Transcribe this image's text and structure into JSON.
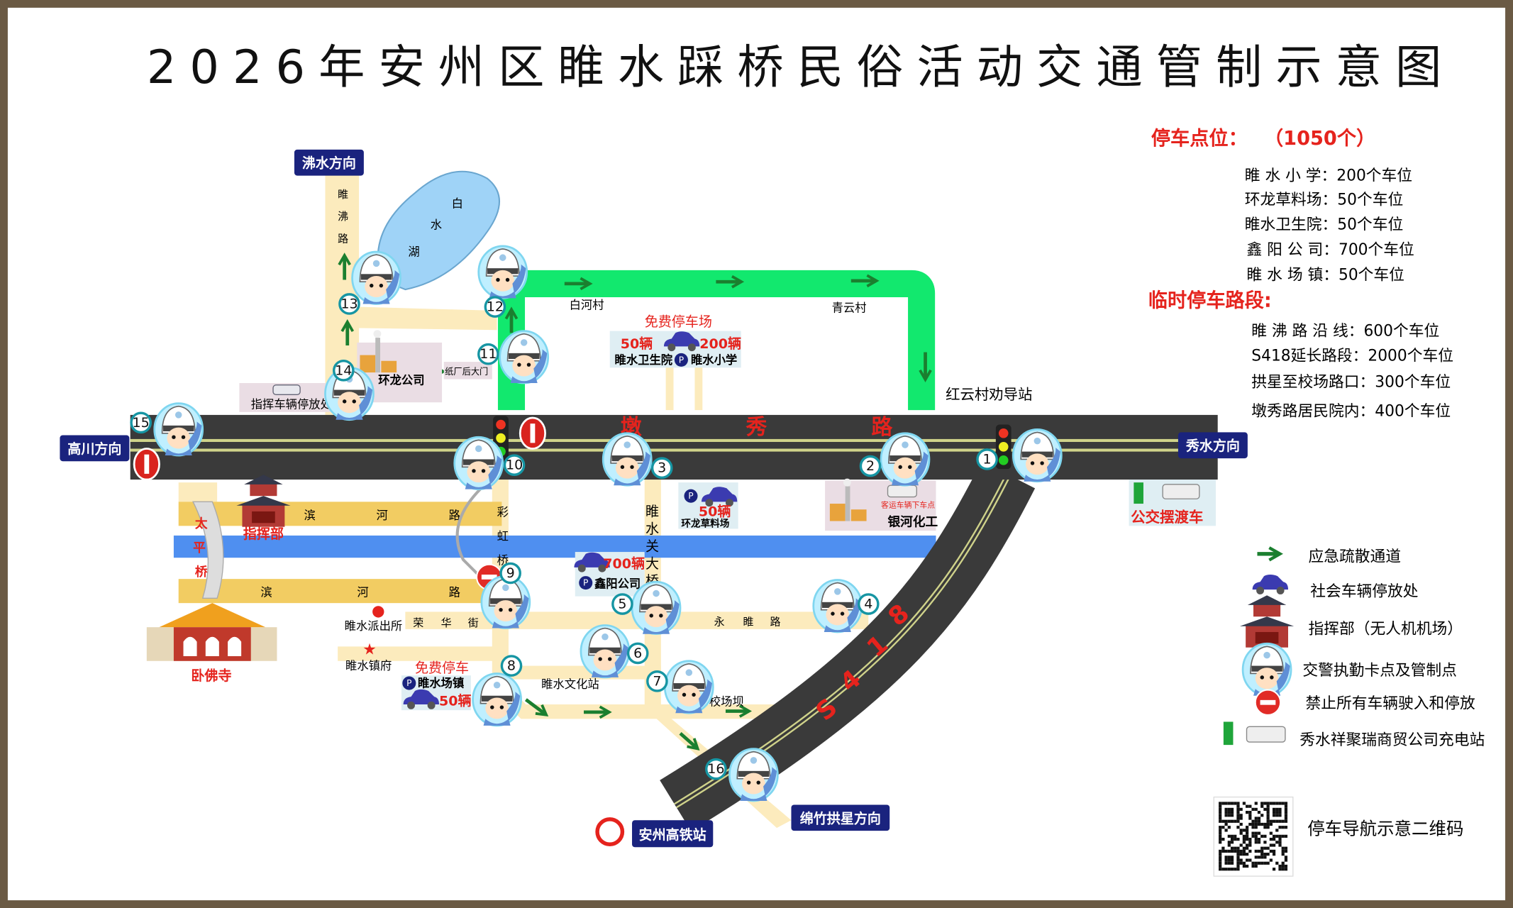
{
  "title": "2026年安州区睢水踩桥民俗活动交通管制示意图",
  "parking_summary": {
    "heading": "停车点位：",
    "total": "（1050个）",
    "items": [
      "睢 水 小 学：200个车位",
      "环龙草料场：50个车位",
      "睢水卫生院：50个车位",
      "鑫 阳 公 司：700个车位",
      "睢 水 场 镇：50个车位"
    ]
  },
  "temp_parking": {
    "heading": "临时停车路段:",
    "items": [
      "睢 沸 路 沿 线：600个车位",
      "S418延长路段：2000个车位",
      "拱星至校场路口：300个车位",
      "墩秀路居民院内：400个车位"
    ]
  },
  "directions": {
    "fushui": "沸水方向",
    "gaochuan": "高川方向",
    "xiushui": "秀水方向",
    "mianzhu": "绵竹拱星方向",
    "station": "安州高铁站"
  },
  "roads": {
    "main": [
      "墩",
      "秀",
      "路"
    ],
    "suifei": [
      "睢",
      "沸",
      "路"
    ],
    "binhe": [
      "滨",
      "河",
      "路"
    ],
    "taiping": [
      "太",
      "平",
      "桥"
    ],
    "caihong": [
      "彩",
      "虹",
      "桥"
    ],
    "suishuiguan": [
      "睢",
      "水",
      "关",
      "大",
      "桥"
    ],
    "ronghua": [
      "荣",
      "华",
      "街"
    ],
    "yongsui": [
      "永",
      "睢",
      "路"
    ],
    "s418": [
      "S",
      "4",
      "1",
      "8"
    ],
    "lake": [
      "白",
      "水",
      "湖"
    ]
  },
  "places": {
    "baihe": "白河村",
    "qingyun": "青云村",
    "hongyun": "红云村劝导站",
    "huanlong": "环龙公司",
    "zhichang": "纸厂后大门",
    "command_car": "指挥车辆停放处",
    "command": "指挥部",
    "wofo": "卧佛寺",
    "police_station": "睢水派出所",
    "town_gov": "睢水镇府",
    "culture": "睢水文化站",
    "xiaochangba": "校场坝",
    "yinhe": "银河化工",
    "bus_drop": "客运车辆下车点",
    "shuttle": "公交摆渡车"
  },
  "lots": {
    "free_lot_label": "免费停车场",
    "hospital_count": "50辆",
    "school_count": "200辆",
    "hospital": "睢水卫生院",
    "school": "睢水小学",
    "caoliao_count": "50辆",
    "caoliao": "环龙草料场",
    "xinyang_count": "700辆",
    "xinyang": "鑫阳公司",
    "free_parking_label": "免费停车",
    "town": "睢水场镇",
    "town_count": "50辆"
  },
  "checkpoints": [
    "1",
    "2",
    "3",
    "4",
    "5",
    "6",
    "7",
    "8",
    "9",
    "10",
    "11",
    "12",
    "13",
    "14",
    "15",
    "16"
  ],
  "legend": [
    {
      "icon": "green-arrow-icon",
      "label": "应急疏散通道"
    },
    {
      "icon": "car-icon",
      "label": "社会车辆停放处"
    },
    {
      "icon": "command-building-icon",
      "label": "指挥部（无人机机场）"
    },
    {
      "icon": "traffic-police-icon",
      "label": "交警执勤卡点及管制点"
    },
    {
      "icon": "no-entry-icon",
      "label": "禁止所有车辆驶入和停放"
    },
    {
      "icon": "charging-bus-icon",
      "label": "秀水祥聚瑞商贸公司充电站"
    }
  ],
  "qr_label": "停车导航示意二维码",
  "colors": {
    "road": "#3a3a3a",
    "evac": "#12e86e",
    "arrow": "#1b7f2f",
    "river": "#4f8ff0",
    "beige": "#fcebbd",
    "binhe": "#f2cc62",
    "sign": "#1a237e",
    "red": "#e5231d"
  }
}
